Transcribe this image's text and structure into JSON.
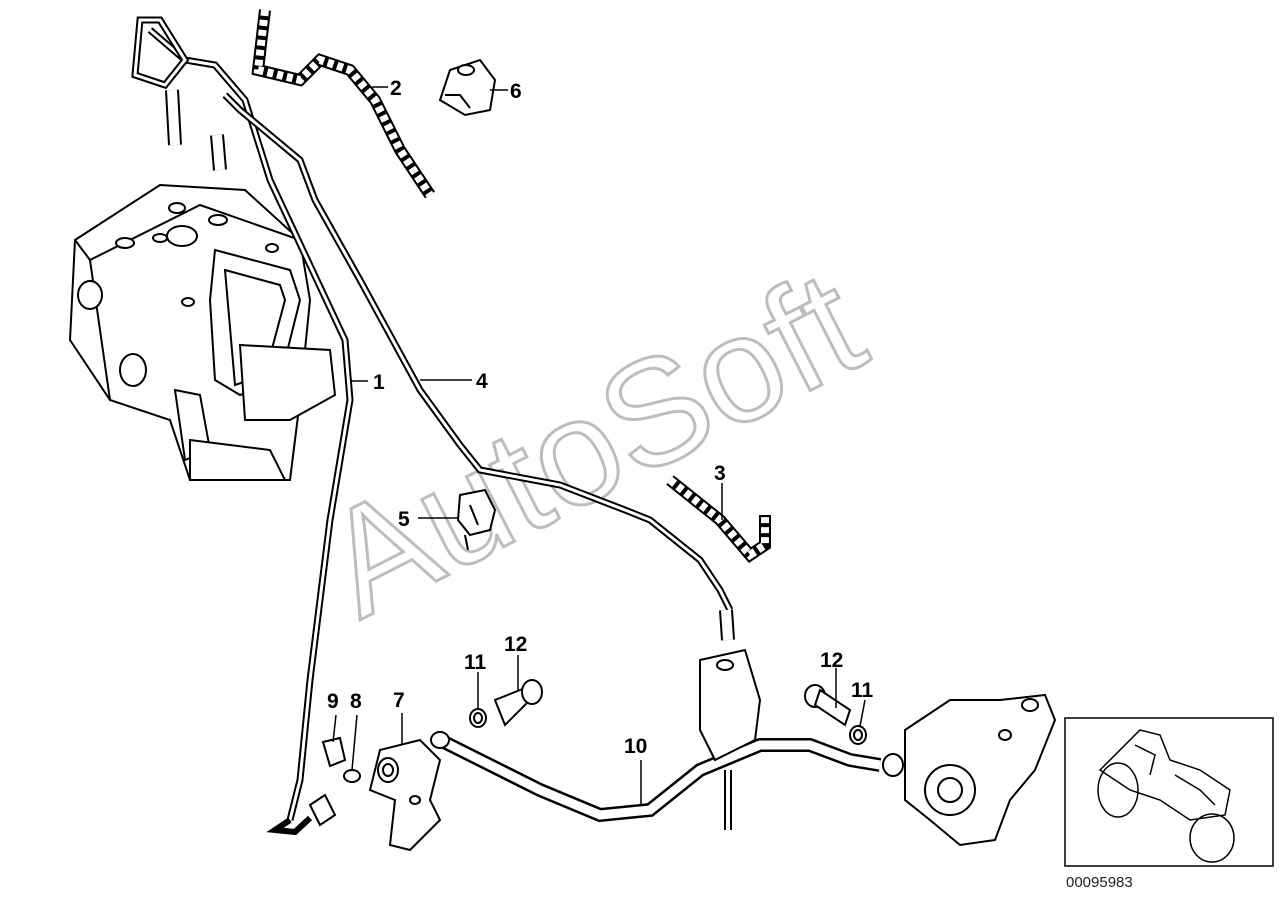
{
  "watermark": "AutoSoft",
  "diagram_number": "00095983",
  "callouts": [
    "1",
    "2",
    "3",
    "4",
    "5",
    "6",
    "7",
    "8",
    "9",
    "10",
    "11",
    "12",
    "11",
    "12"
  ]
}
